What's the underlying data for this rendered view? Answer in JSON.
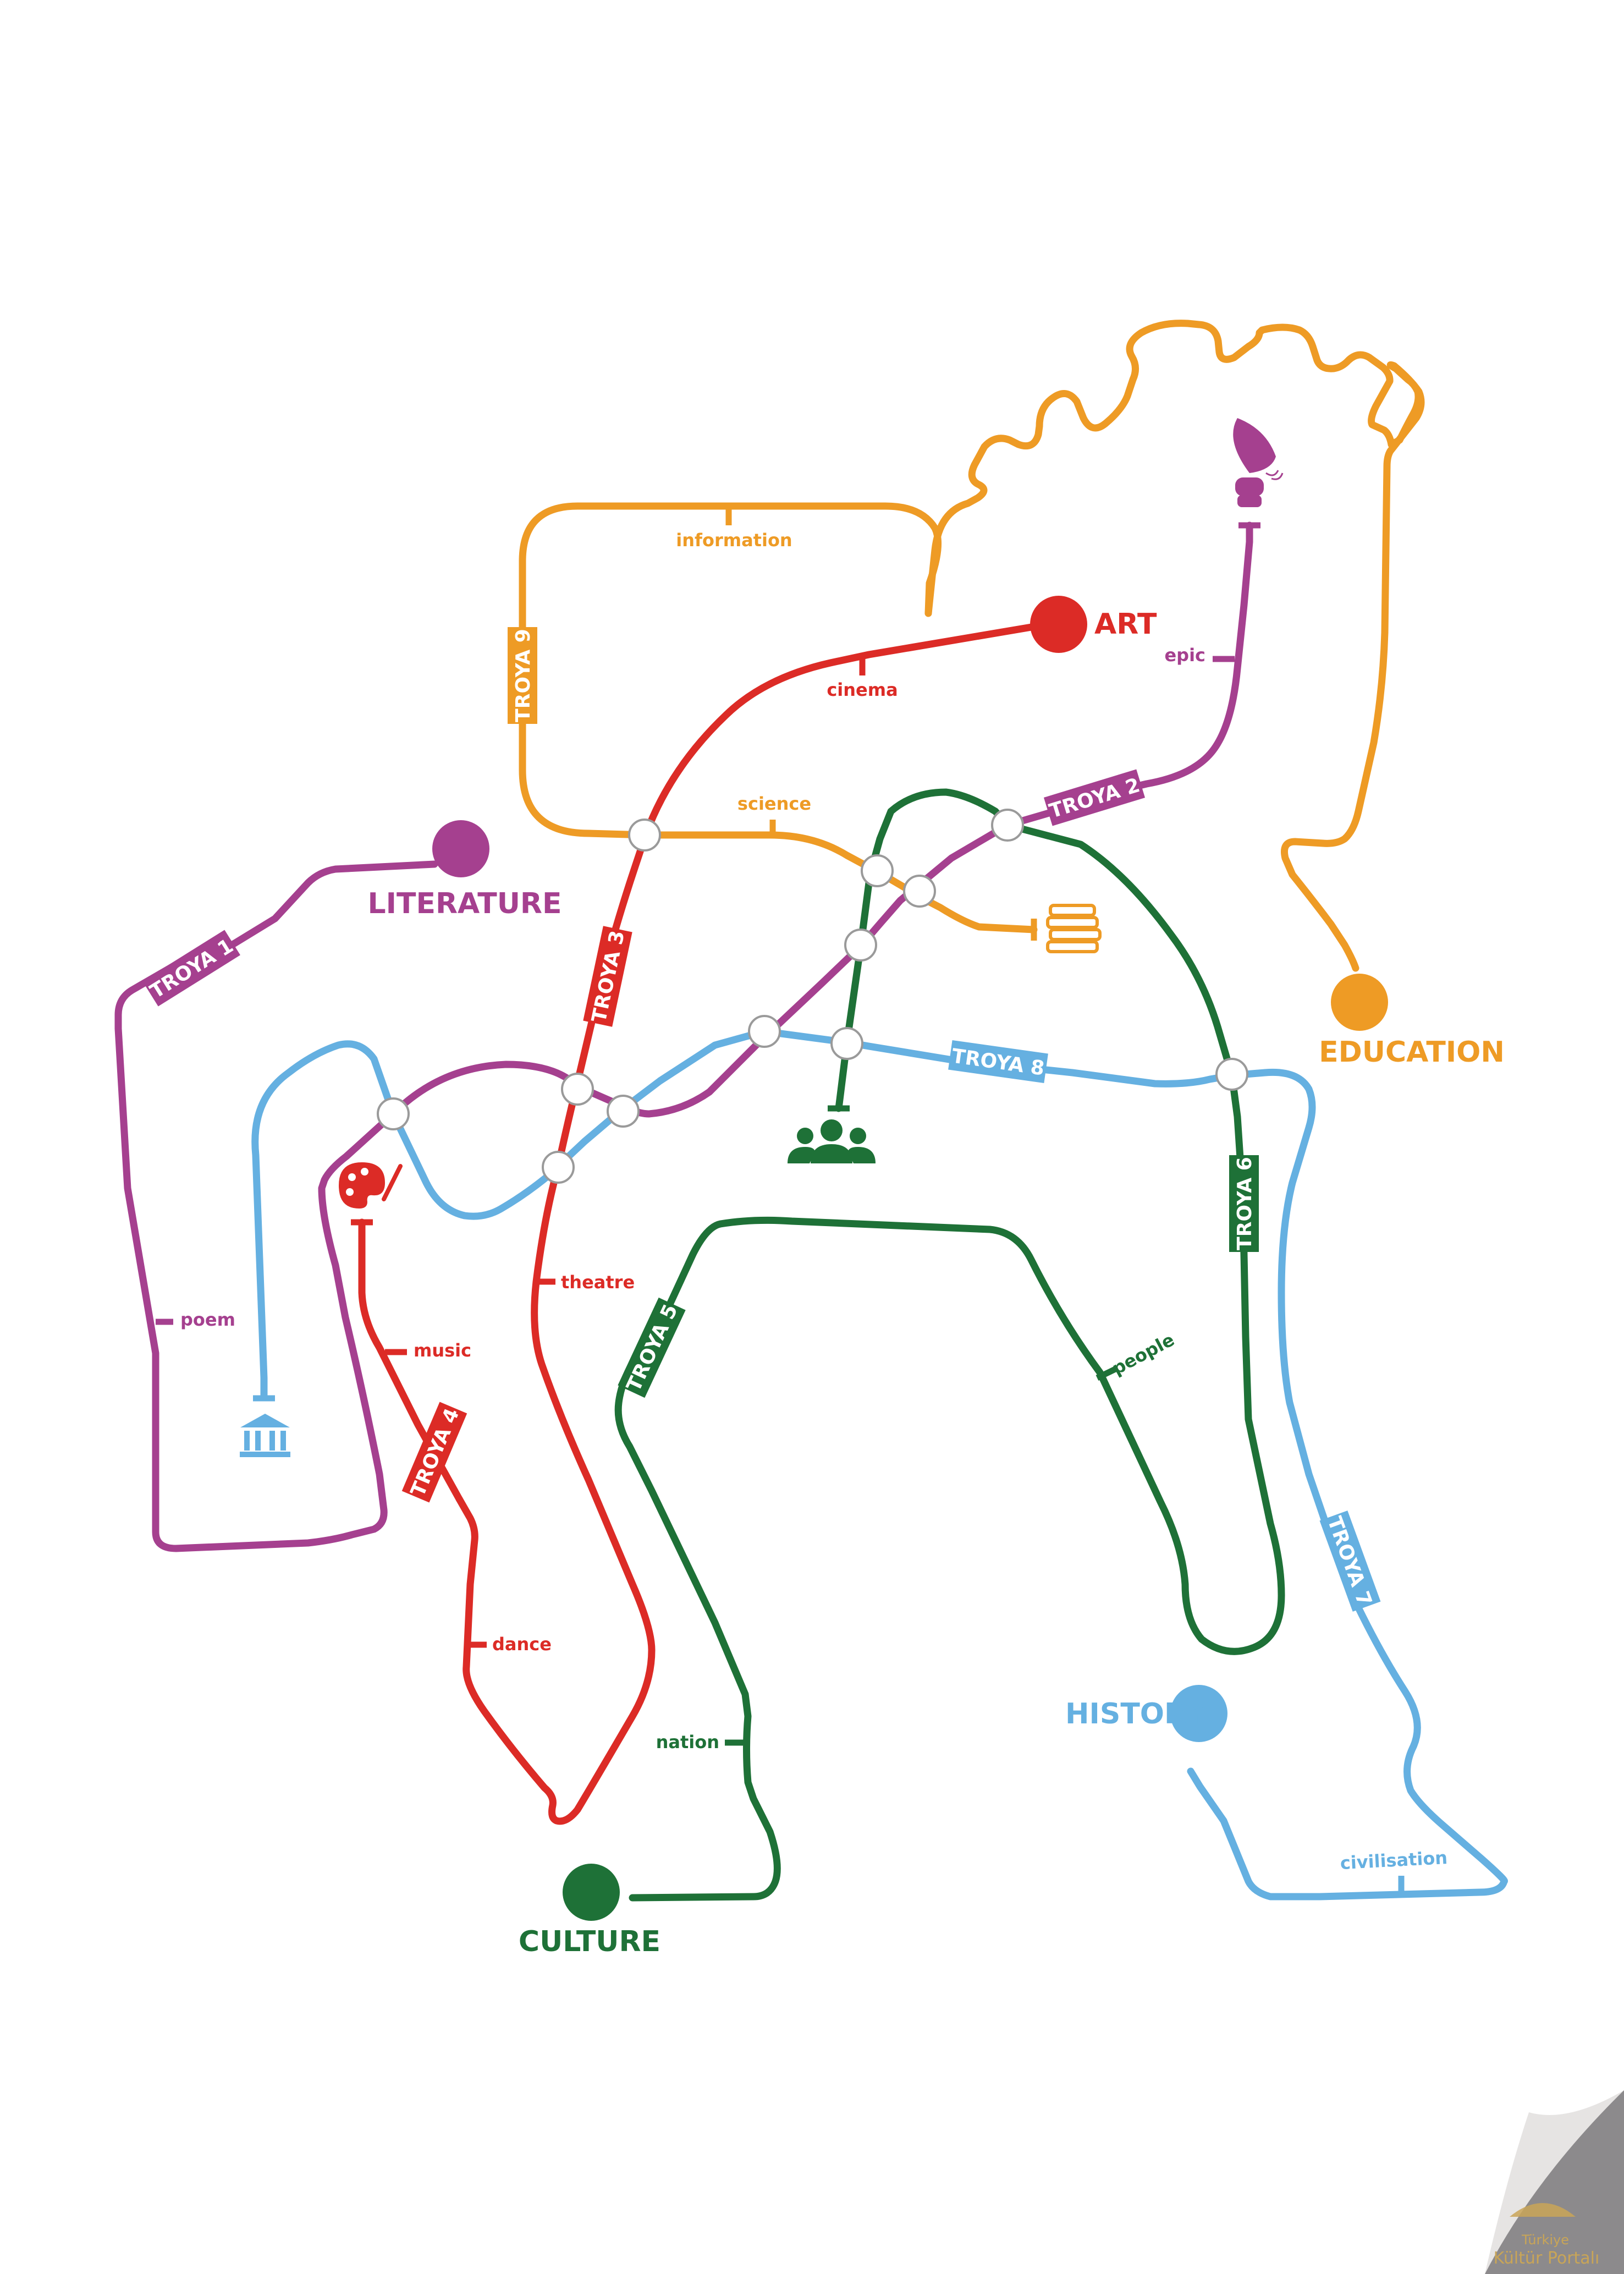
{
  "colors": {
    "education": "#EE9B25",
    "art": "#DC2B26",
    "literature": "#A5408F",
    "history": "#65B0E1",
    "culture": "#1E7137",
    "interchange_stroke": "#9a9a9a",
    "corner": "#8c8a8c",
    "logo": "#c9a557"
  },
  "terminals": {
    "art": "ART",
    "literature": "LITERATURE",
    "education": "EDUCATION",
    "history": "HISTORY",
    "culture": "CULTURE"
  },
  "lines": {
    "troya1": "TROYA 1",
    "troya2": "TROYA 2",
    "troya3": "TROYA 3",
    "troya4": "TROYA 4",
    "troya5": "TROYA 5",
    "troya6": "TROYA 6",
    "troya7": "TROYA 7",
    "troya8": "TROYA 8",
    "troya9": "TROYA 9"
  },
  "stops": {
    "information": "information",
    "science": "science",
    "cinema": "cinema",
    "epic": "epic",
    "poem": "poem",
    "theatre": "theatre",
    "music": "music",
    "dance": "dance",
    "nation": "nation",
    "people": "people",
    "civilisation": "civilisation"
  },
  "icons": {
    "quill": "quill-inkpot-icon",
    "books": "book-stack-icon",
    "people": "people-group-icon",
    "museum": "museum-icon",
    "palette": "palette-brush-icon"
  },
  "logo": {
    "line1": "Türkiye",
    "line2": "Kültür Portalı"
  }
}
